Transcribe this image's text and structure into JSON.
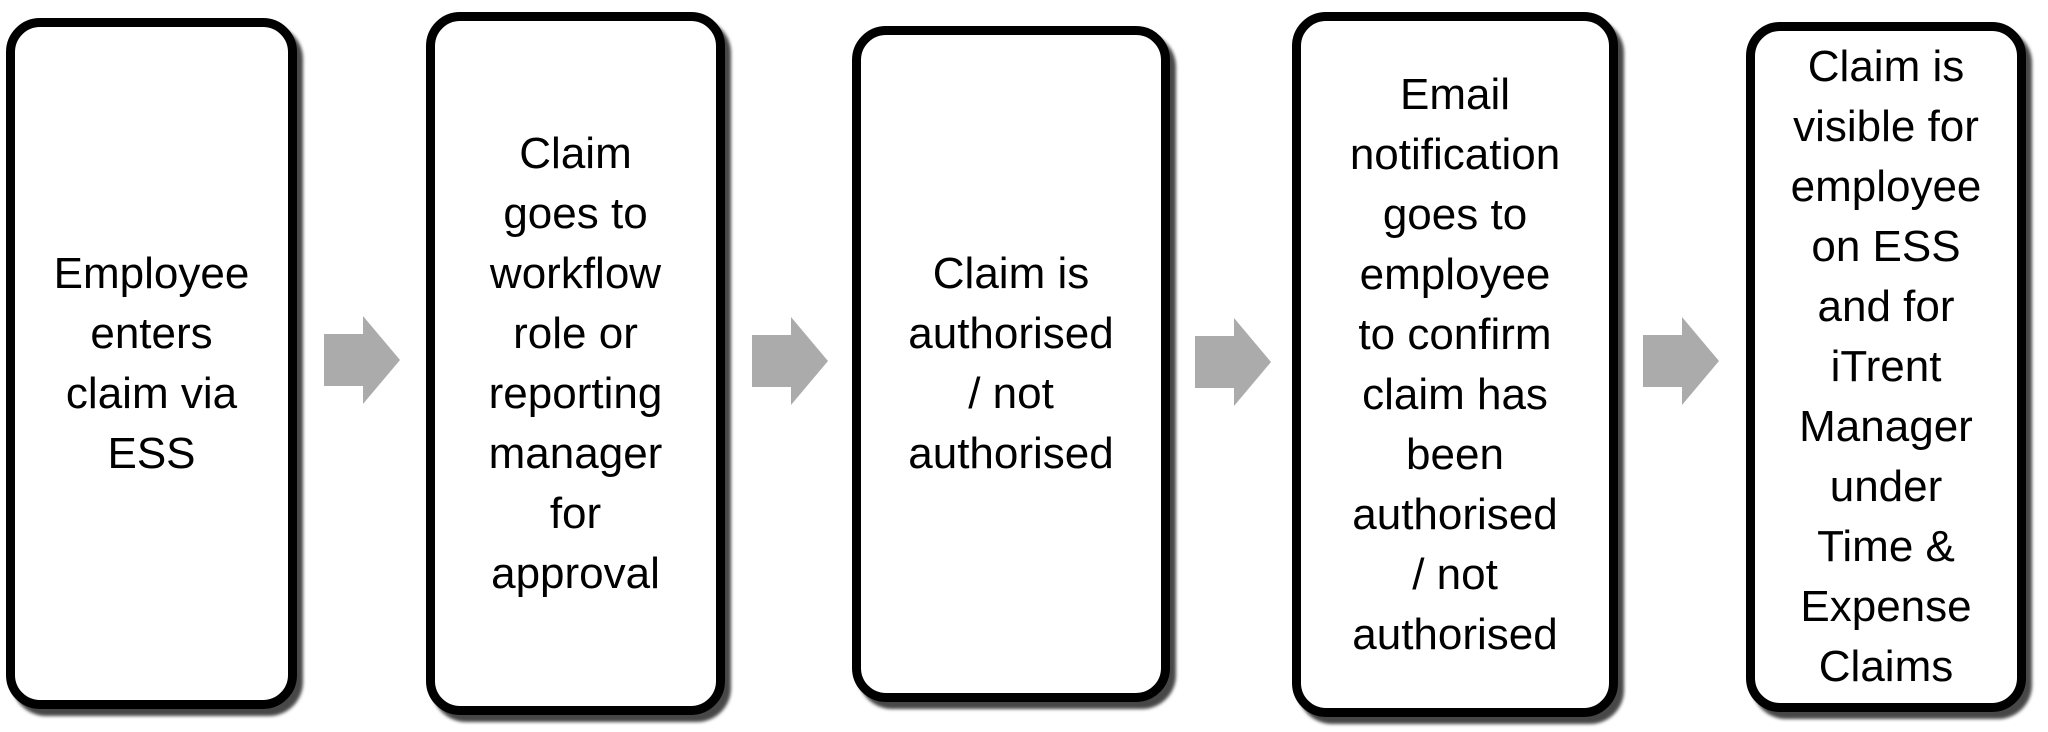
{
  "colors": {
    "background": "#ffffff",
    "box_fill": "#ffffff",
    "box_border": "#000000",
    "text": "#000000",
    "arrow": "#ababab"
  },
  "diagram": {
    "type": "horizontal-flowchart",
    "direction": "left-to-right",
    "steps": [
      {
        "label": "Employee\nenters\nclaim via\nESS"
      },
      {
        "label": "Claim\ngoes to\nworkflow\nrole or\nreporting\nmanager\nfor\napproval"
      },
      {
        "label": "Claim is\nauthorised\n/ not\nauthorised"
      },
      {
        "label": "Email\nnotification\ngoes to\nemployee\nto confirm\nclaim has\nbeen\nauthorised\n/ not\nauthorised"
      },
      {
        "label": "Claim is\nvisible for\nemployee\non ESS\nand for\niTrent\nManager\nunder\nTime &\nExpense\nClaims"
      }
    ],
    "connectors": [
      {
        "shape": "block-arrow-right"
      },
      {
        "shape": "block-arrow-right"
      },
      {
        "shape": "block-arrow-right"
      },
      {
        "shape": "block-arrow-right"
      }
    ]
  }
}
